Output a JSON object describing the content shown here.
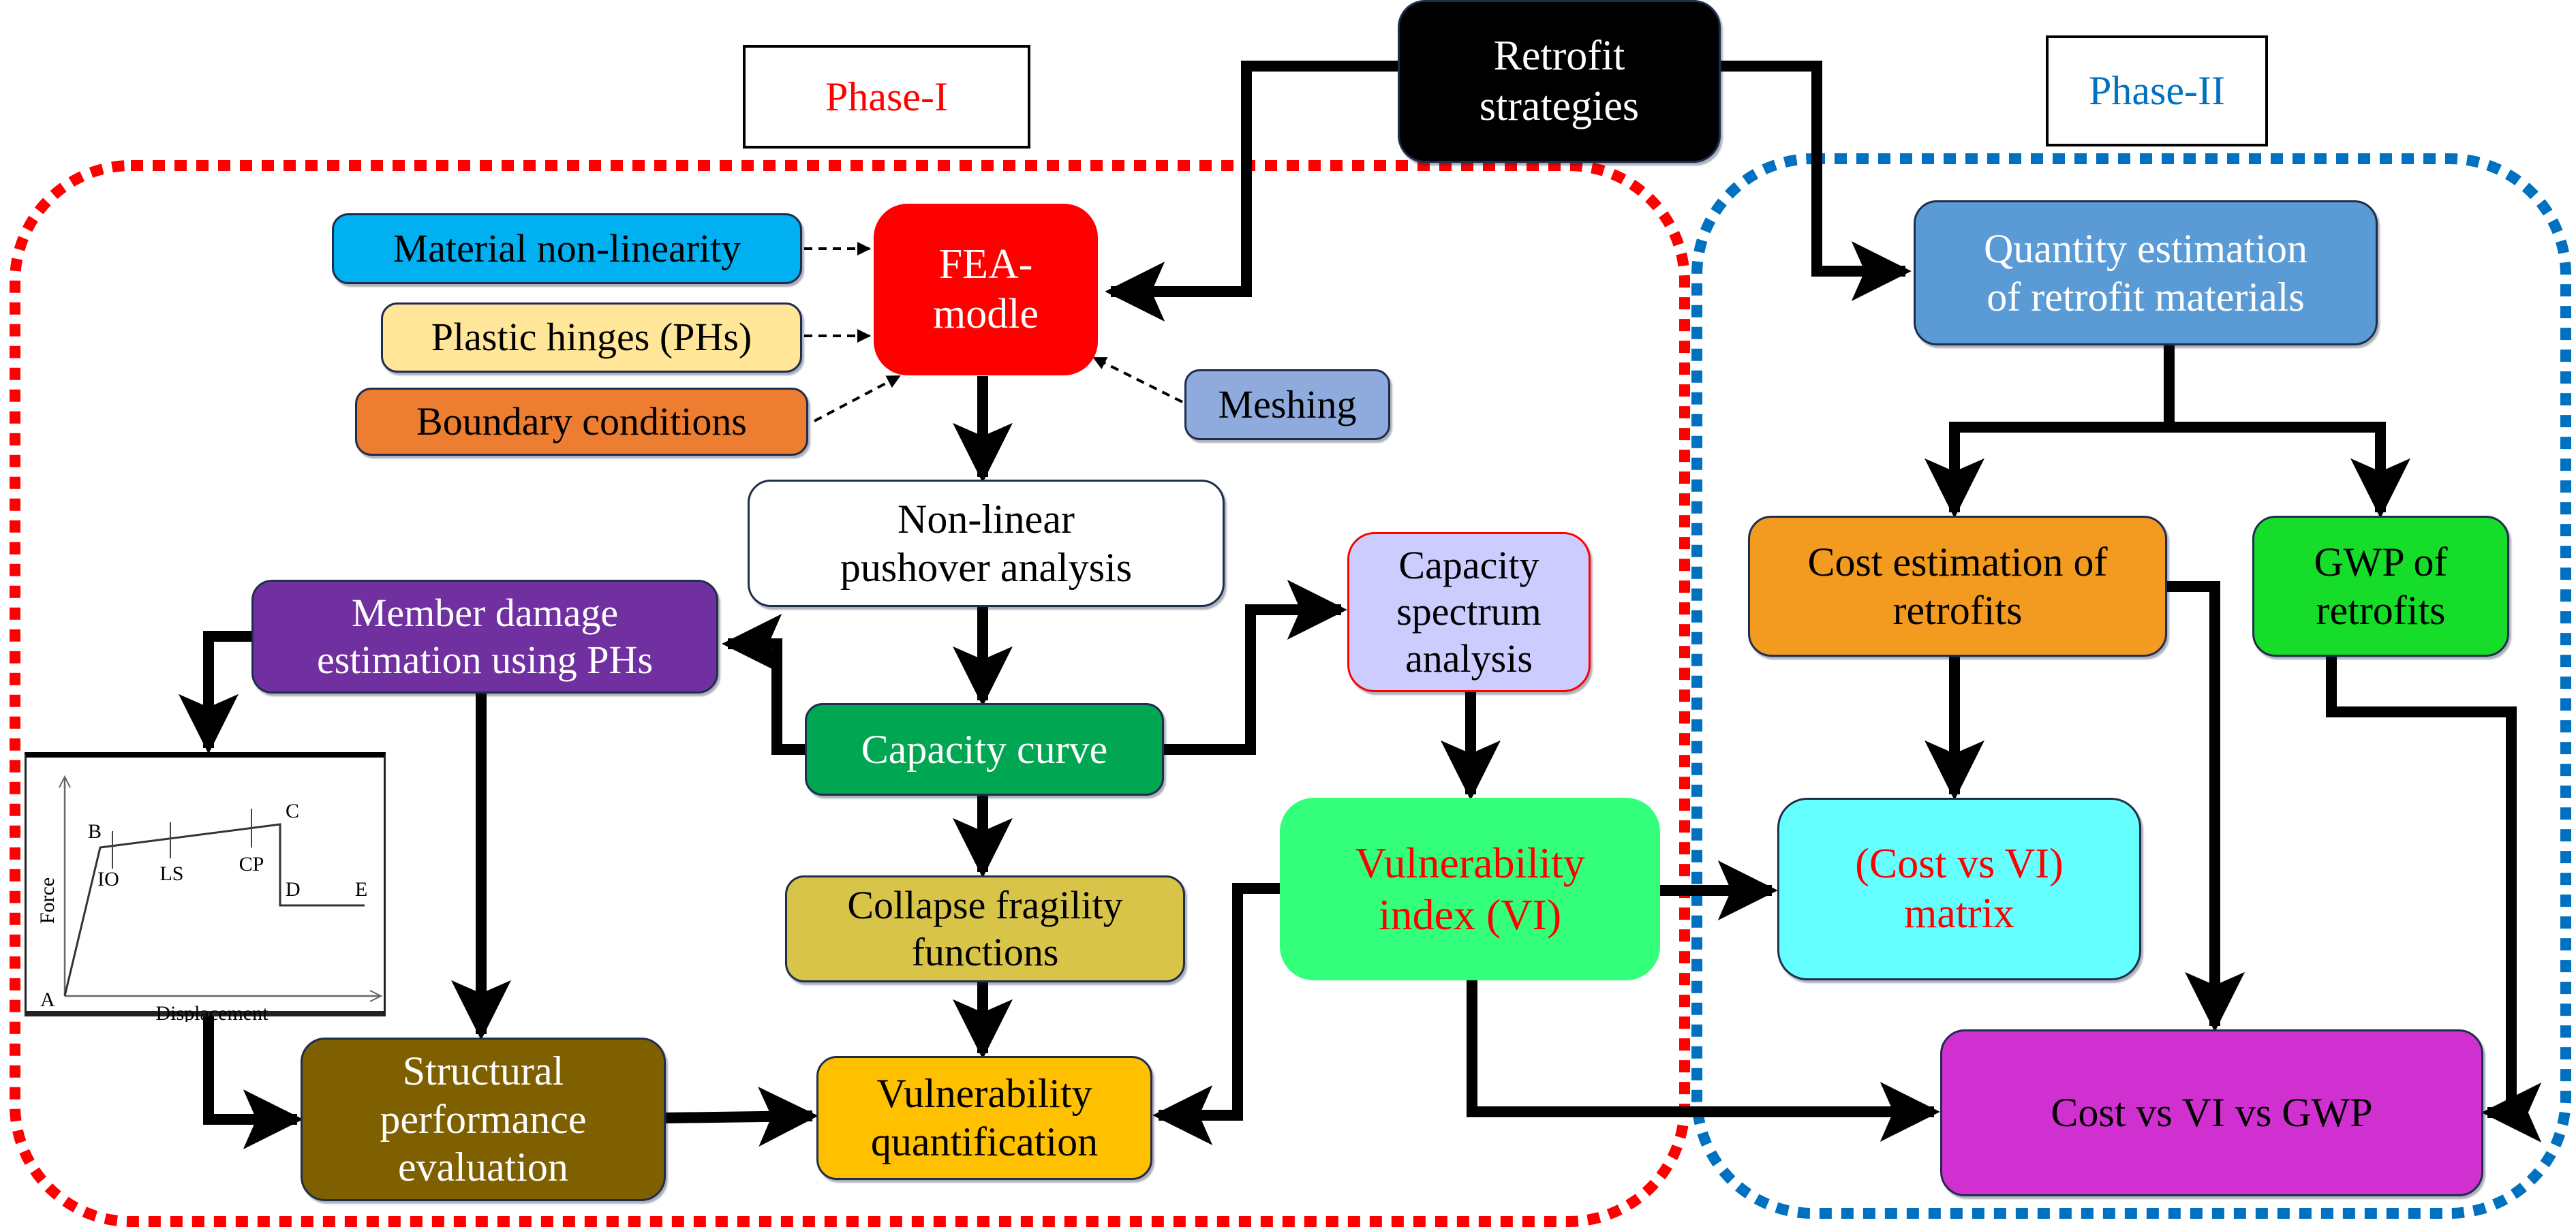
{
  "phases": {
    "phase1_label": "Phase-I",
    "phase2_label": "Phase-II",
    "phase1_color": "#ff0000",
    "phase2_color": "#0070c0"
  },
  "nodes": {
    "retrofit_strategies": {
      "text": "Retrofit\nstrategies",
      "fill": "#000000",
      "color": "#ffffff"
    },
    "material_nonlinearity": {
      "text": "Material non-linearity",
      "fill": "#00b0f0",
      "color": "#000000"
    },
    "plastic_hinges": {
      "text": "Plastic hinges (PHs)",
      "fill": "#ffe699",
      "color": "#000000"
    },
    "boundary_conditions": {
      "text": "Boundary conditions",
      "fill": "#ed7d31",
      "color": "#000000"
    },
    "fea_model": {
      "text": "FEA-\nmodle",
      "fill": "#ff0000",
      "color": "#ffffff"
    },
    "meshing": {
      "text": "Meshing",
      "fill": "#8faadc",
      "color": "#000000"
    },
    "pushover": {
      "text": "Non-linear\npushover analysis",
      "fill": "#ffffff",
      "color": "#000000"
    },
    "member_damage": {
      "text": "Member damage\nestimation using PHs",
      "fill": "#7030a0",
      "color": "#ffffff"
    },
    "capacity_spectrum": {
      "text": "Capacity\nspectrum\nanalysis",
      "fill": "#ccccff",
      "color": "#000000"
    },
    "capacity_curve": {
      "text": "Capacity curve",
      "fill": "#00a651",
      "color": "#ffffff"
    },
    "vulnerability_index": {
      "text": "Vulnerability\nindex (VI)",
      "fill": "#33ff7a",
      "color": "#ff0000"
    },
    "collapse_fragility": {
      "text": "Collapse fragility\nfunctions",
      "fill": "#d9c44a",
      "color": "#000000"
    },
    "structural_performance": {
      "text": "Structural\nperformance\nevaluation",
      "fill": "#7f6000",
      "color": "#ffffff"
    },
    "vulnerability_quantification": {
      "text": "Vulnerability\nquantification",
      "fill": "#ffc000",
      "color": "#000000"
    },
    "quantity_estimation": {
      "text": "Quantity estimation\nof retrofit materials",
      "fill": "#5b9bd5",
      "color": "#ffffff"
    },
    "cost_estimation": {
      "text": "Cost estimation of\nretrofits",
      "fill": "#f39a21",
      "color": "#000000"
    },
    "gwp": {
      "text": "GWP of\nretrofits",
      "fill": "#16dc2a",
      "color": "#000000"
    },
    "cost_vi_matrix": {
      "text": "(Cost vs VI)\nmatrix",
      "fill": "#66ffff",
      "color": "#ff0000"
    },
    "cost_vi_gwp": {
      "text": "Cost vs VI vs GWP",
      "fill": "#d030d0",
      "color": "#000000"
    }
  },
  "pushover_chart": {
    "xlabel": "Displacement",
    "ylabel": "Force",
    "points": [
      "A",
      "B",
      "C",
      "D",
      "E"
    ],
    "performance_levels": [
      "IO",
      "LS",
      "CP"
    ]
  }
}
